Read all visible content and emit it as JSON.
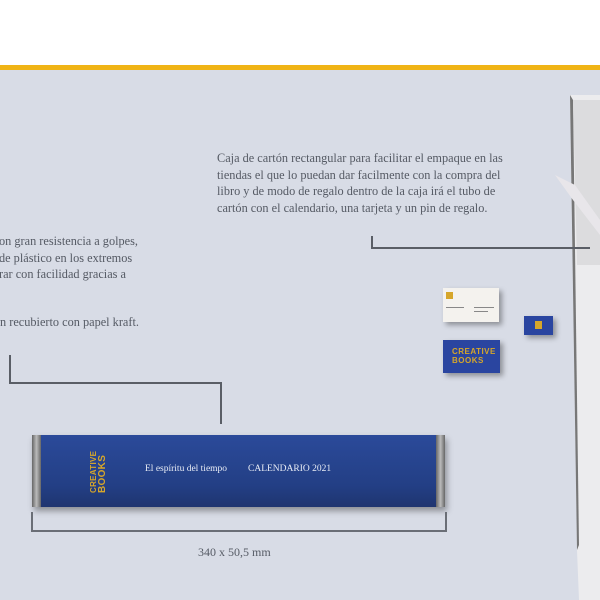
{
  "box_description": [
    "Caja de cartón rectangular para facilitar el empaque en las",
    "tiendas el que lo puedan dar facilmente con la compra del",
    "libro y de modo de regalo dentro de la caja irá el tubo de",
    "cartón con el calendario, una tarjeta y un pin de regalo."
  ],
  "tube_description": [
    "on gran resistencia a golpes,",
    "de plástico en los extremos",
    "rar con facilidad gracias a"
  ],
  "tube_description_2": "n recubierto con papel kraft.",
  "tube": {
    "logo_line1": "CREATIVE",
    "logo_line2": "BOOKS",
    "subtitle": "El espíritu del tiempo",
    "title": "CALENDARIO 2021"
  },
  "card": {
    "logo_line1": "CREATIVE",
    "logo_line2": "BOOKS"
  },
  "dimension": "340 x 50,5 mm",
  "colors": {
    "accent": "#f0b415",
    "brand_blue": "#2b4a9a",
    "gold": "#d6a62a",
    "background": "#d8dce6"
  }
}
